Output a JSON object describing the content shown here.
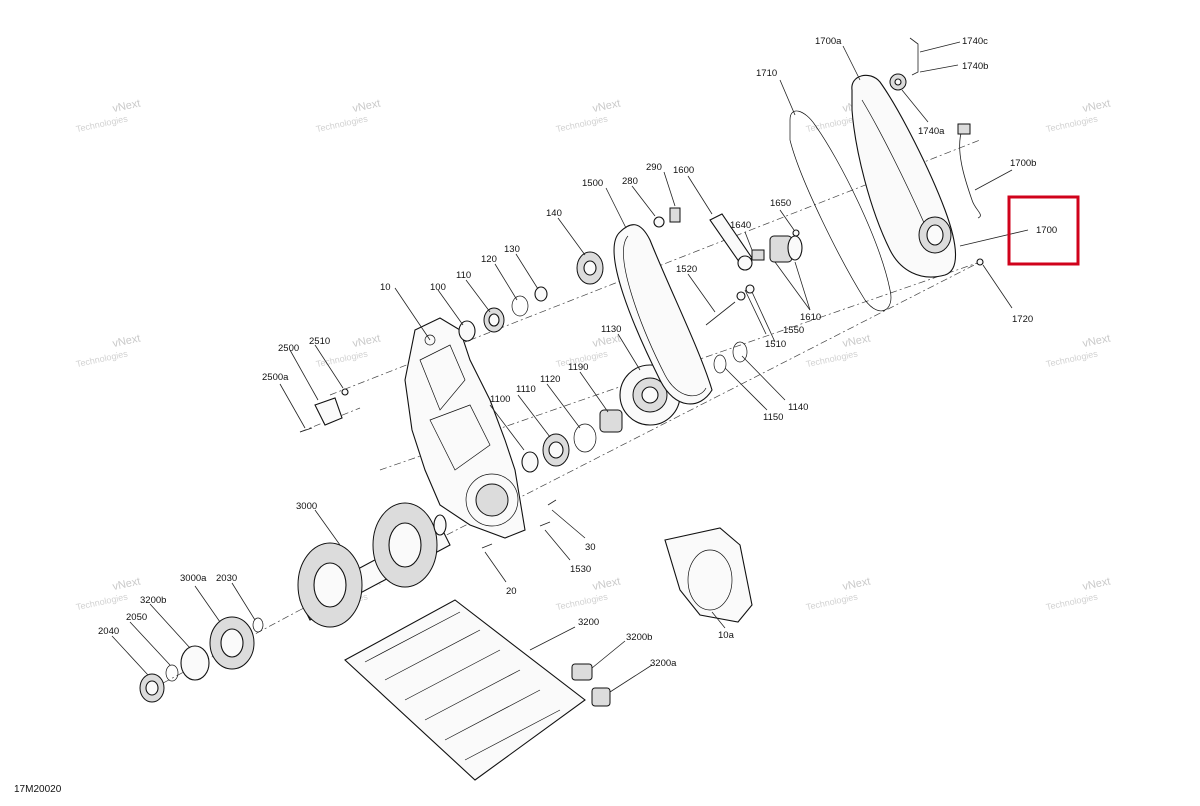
{
  "reference_code": "17M20020",
  "watermark": {
    "line1": "vNext",
    "line2": "Technologies"
  },
  "highlight_color": "#d0021b",
  "labels": {
    "p10": "10",
    "p10a": "10a",
    "p20": "20",
    "p30": "30",
    "p100": "100",
    "p110": "110",
    "p120": "120",
    "p130": "130",
    "p140": "140",
    "p280": "280",
    "p290": "290",
    "p1100": "1100",
    "p1110": "1110",
    "p1120": "1120",
    "p1130": "1130",
    "p1140": "1140",
    "p1150": "1150",
    "p1190": "1190",
    "p1500": "1500",
    "p1510": "1510",
    "p1520": "1520",
    "p1530": "1530",
    "p1550": "1550",
    "p1600": "1600",
    "p1610": "1610",
    "p1640": "1640",
    "p1650": "1650",
    "p1700": "1700",
    "p1700a": "1700a",
    "p1700b": "1700b",
    "p1710": "1710",
    "p1720": "1720",
    "p1740a": "1740a",
    "p1740b": "1740b",
    "p1740c": "1740c",
    "p2030": "2030",
    "p2040": "2040",
    "p2050": "2050",
    "p2500": "2500",
    "p2500a": "2500a",
    "p2510": "2510",
    "p3000": "3000",
    "p3000a": "3000a",
    "p3200": "3200",
    "p3200a": "3200a",
    "p3200b": "3200b"
  }
}
